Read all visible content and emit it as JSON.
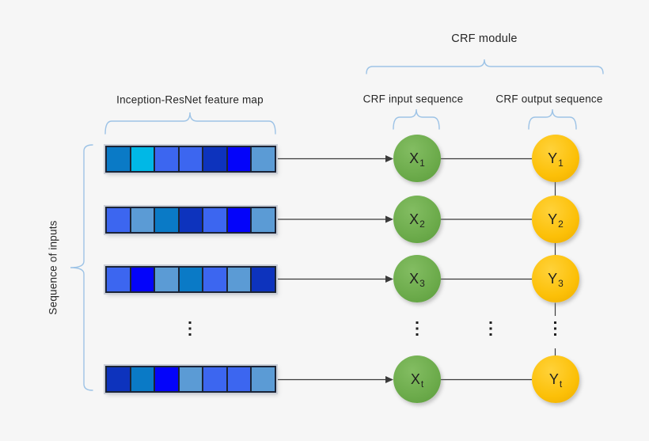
{
  "labels": {
    "crf_module": "CRF module",
    "feature_map": "Inception-ResNet feature map",
    "crf_input": "CRF input sequence",
    "crf_output": "CRF output sequence",
    "sequence_of_inputs": "Sequence of inputs"
  },
  "nodes": {
    "x": [
      {
        "main": "X",
        "sub": "1"
      },
      {
        "main": "X",
        "sub": "2"
      },
      {
        "main": "X",
        "sub": "3"
      },
      {
        "main": "X",
        "sub": "t"
      }
    ],
    "y": [
      {
        "main": "Y",
        "sub": "1"
      },
      {
        "main": "Y",
        "sub": "2"
      },
      {
        "main": "Y",
        "sub": "3"
      },
      {
        "main": "Y",
        "sub": "t"
      }
    ]
  },
  "feature_map": {
    "rows": [
      [
        "#0a7ac6",
        "#00b8e6",
        "#3c66f0",
        "#3c66f0",
        "#0d33bd",
        "#0404fa",
        "#5b9bd5"
      ],
      [
        "#3c66f0",
        "#5b9bd5",
        "#0a7ac6",
        "#0d33bd",
        "#3c66f0",
        "#0404fa",
        "#5b9bd5"
      ],
      [
        "#3c66f0",
        "#0404fa",
        "#5b9bd5",
        "#0a7ac6",
        "#3c66f0",
        "#5b9bd5",
        "#0d33bd"
      ],
      [
        "#0d33bd",
        "#0a7ac6",
        "#0404fa",
        "#5b9bd5",
        "#3c66f0",
        "#3c66f0",
        "#5b9bd5"
      ]
    ]
  },
  "colors": {
    "background": "#f6f6f6",
    "text": "#262626",
    "brace": "#9dc3e6",
    "line": "#3a3a3a",
    "dot": "#1f1f1f",
    "cell_border": "#1b2436",
    "row_halo": "#ccd0d8",
    "x_node_light": "#83bd62",
    "x_node_base": "#6cab4b",
    "x_node_dark": "#5d9e3e",
    "y_node_light": "#ffd23a",
    "y_node_base": "#fcc008",
    "y_node_dark": "#edae00"
  }
}
